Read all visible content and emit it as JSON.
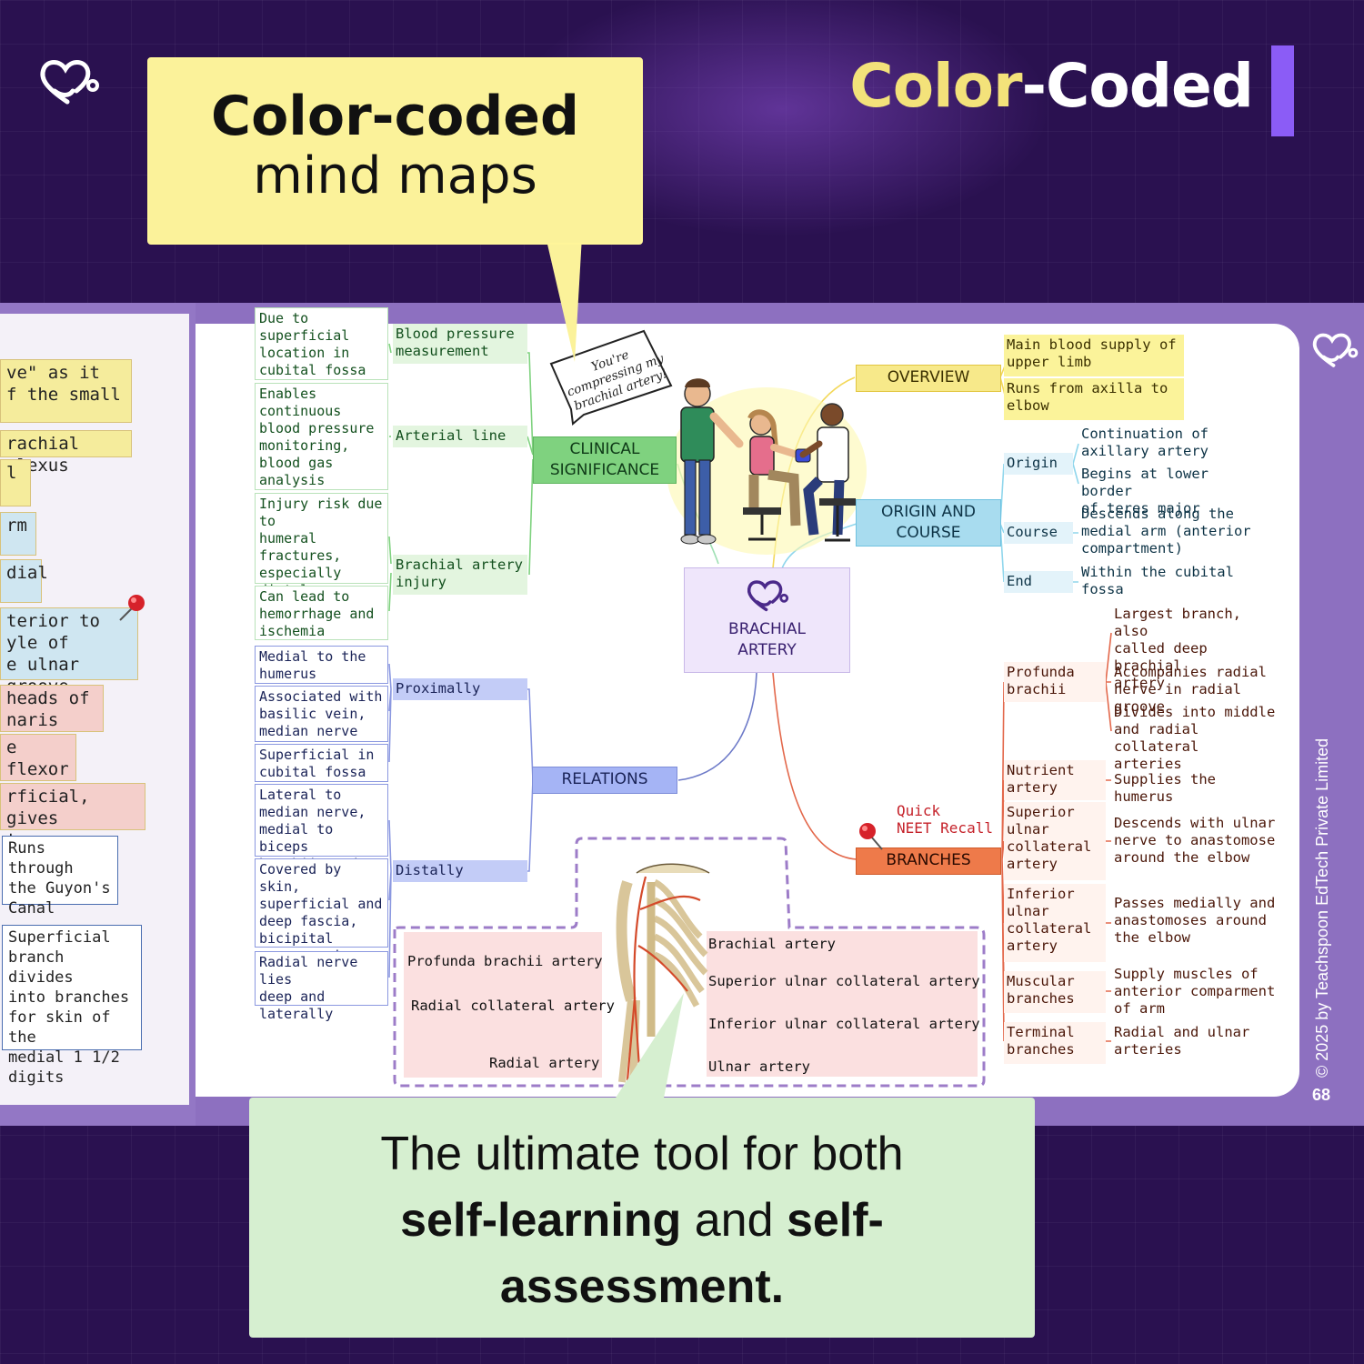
{
  "header": {
    "title_part1": "Color",
    "title_sep": "-",
    "title_part2": "Coded"
  },
  "callout_top": {
    "line1": "Color-coded",
    "line2": "mind maps"
  },
  "callout_bottom": {
    "line1": "The ultimate tool for both",
    "bold1": "self-learning",
    "mid": " and ",
    "bold2": "self-",
    "bold3": "assessment."
  },
  "speech": {
    "text": "You're compressing my brachial artery!"
  },
  "footer": {
    "copyright": "© 2025 by Teachspoon EdTech Private Limited",
    "page_number": "68"
  },
  "left_page": [
    {
      "text": "ve\" as it\nf the small",
      "color": "#f5ec9c"
    },
    {
      "text": "rachial plexus",
      "color": "#f5ec9c"
    },
    {
      "text": "l",
      "color": "#f5ec9c"
    },
    {
      "text": "rm",
      "color": "#cfe6f1"
    },
    {
      "text": "dial",
      "color": "#cfe6f1"
    },
    {
      "text": "terior to\nyle of\ne ulnar groove",
      "color": "#cfe6f1"
    },
    {
      "text": " heads of\nnaris",
      "color": "#f4cfcb"
    },
    {
      "text": "e flexor\nfundus",
      "color": "#f4cfcb"
    },
    {
      "text": "rficial, gives\ntaneous branch",
      "color": "#f4cfcb"
    },
    {
      "text": "Runs through\nthe Guyon's\nCanal",
      "color": "#ffffff"
    },
    {
      "text": "Superficial\nbranch divides\ninto branches\nfor skin of the\nmedial 1 1/2\ndigits",
      "color": "#ffffff"
    }
  ],
  "center": {
    "line1": "BRACHIAL",
    "line2": "ARTERY"
  },
  "clinical": {
    "hub": "CLINICAL\nSIGNIFICANCE",
    "subs": [
      "Blood pressure\nmeasurement",
      "Arterial line",
      "Brachial artery\ninjury"
    ],
    "notes": [
      "Due to\nsuperficial\nlocation in\ncubital fossa",
      "Enables\ncontinuous\nblood pressure\nmonitoring,\nblood gas\nanalysis",
      "Injury risk due to\nhumeral\nfractures,\nespecially distal\nthird",
      "Can lead to\nhemorrhage and\nischemia"
    ]
  },
  "relations": {
    "hub": "RELATIONS",
    "subs": [
      "Proximally",
      "Distally"
    ],
    "notes": [
      "Medial to the\nhumerus",
      "Associated with\nbasilic vein,\nmedian nerve",
      "Superficial in\ncubital fossa",
      "Lateral to\nmedian nerve,\nmedial to biceps\nbrachii tendon",
      "Covered by skin,\nsuperficial and\ndeep fascia,\nbicipital\naponeurosis",
      "Radial nerve lies\ndeep and\nlaterally"
    ]
  },
  "overview": {
    "hub": "OVERVIEW",
    "notes": [
      "Main blood supply of\nupper limb",
      "Runs from axilla to\nelbow"
    ]
  },
  "origin_course": {
    "hub": "ORIGIN AND\nCOURSE",
    "subs": [
      "Origin",
      "Course",
      "End"
    ],
    "notes": [
      "Continuation of\naxillary artery",
      "Begins at lower border\nof teres major",
      "Descends along the\nmedial arm (anterior\ncompartment)",
      "Within the cubital\nfossa"
    ]
  },
  "branches": {
    "hub": "BRANCHES",
    "tag": "Quick\nNEET Recall",
    "subs": [
      "Profunda\nbrachii",
      "Nutrient\nartery",
      "Superior\nulnar\ncollateral\nartery",
      "Inferior\nulnar\ncollateral\nartery",
      "Muscular\nbranches",
      "Terminal\nbranches"
    ],
    "notes": [
      "Largest branch, also\ncalled deep brachial\nartery",
      "Accompanies radial\nnerve in radial groove",
      "Divides into middle\nand radial collateral\narteries",
      "Supplies the humerus",
      "Descends with ulnar\nnerve to anastomose\naround the elbow",
      "Passes medially and\nanastomoses around\nthe elbow",
      "Supply muscles of\nanterior comparment\nof arm",
      "Radial and ulnar\narteries"
    ]
  },
  "anatomy": {
    "left": [
      "Profunda brachii artery",
      "Radial collateral artery",
      "Radial artery"
    ],
    "right": [
      "Brachial artery",
      "Superior ulnar collateral artery",
      "Inferior ulnar collateral artery",
      "Ulnar artery"
    ]
  },
  "colors": {
    "bg": "#2a1150",
    "accent": "#8b5cf6",
    "yellow": "#f3e27a",
    "green": "#7fd27f",
    "blue": "#a5b4f5",
    "cyan": "#a8dcef",
    "orange": "#ee7a4a",
    "pink": "#fbe0e0"
  },
  "icons": [
    "heart-stethoscope-icon",
    "pushpin-icon"
  ]
}
